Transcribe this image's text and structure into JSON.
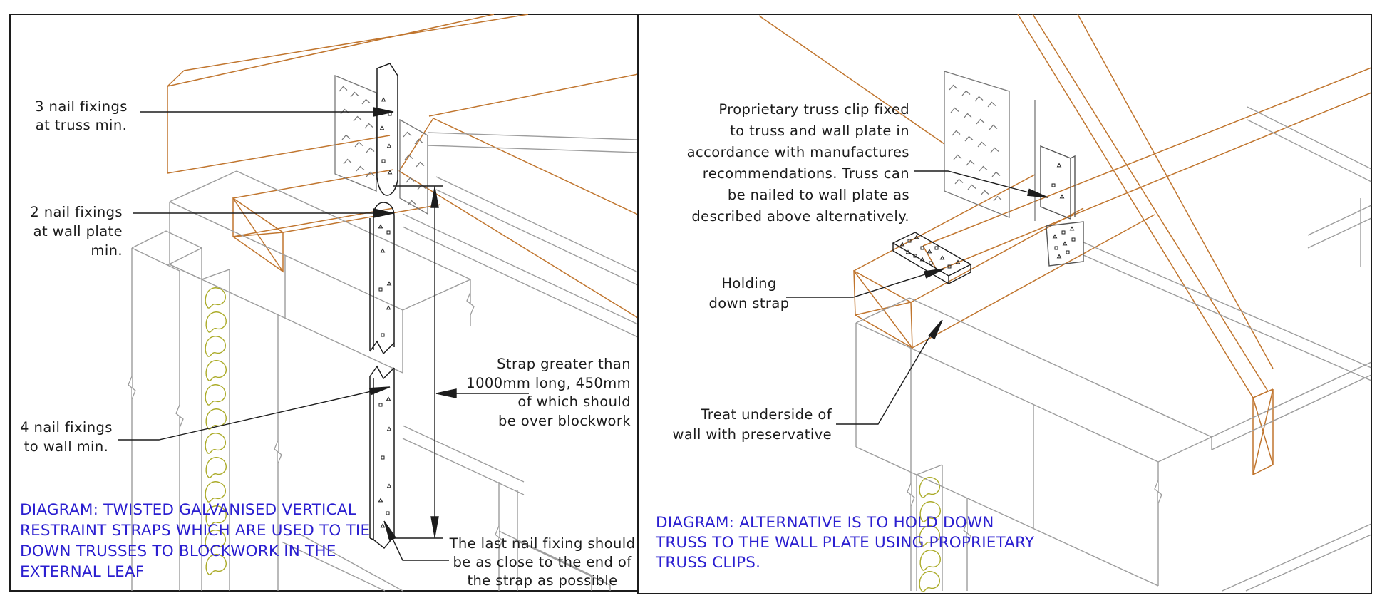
{
  "left_panel": {
    "caption": [
      "DIAGRAM: TWISTED GALVANISED VERTICAL",
      "RESTRAINT STRAPS WHICH ARE USED TO TIE",
      "DOWN TRUSSES TO BLOCKWORK IN THE",
      "EXTERNAL LEAF"
    ],
    "labels": {
      "nail3": [
        "3 nail fixings",
        "at truss min."
      ],
      "nail2": [
        "2 nail fixings",
        "at wall plate",
        "min."
      ],
      "nail4": [
        "4 nail fixings",
        "to wall min."
      ],
      "strap_len": [
        "Strap greater than",
        "1000mm long, 450mm",
        "of which should",
        "be over blockwork"
      ],
      "last_nail": [
        "The last nail fixing should",
        "be as close to the end of",
        "the strap as possible"
      ]
    }
  },
  "right_panel": {
    "caption": [
      "DIAGRAM: ALTERNATIVE IS  TO HOLD DOWN",
      "TRUSS TO THE WALL PLATE USING PROPRIETARY",
      "TRUSS CLIPS."
    ],
    "labels": {
      "clip": [
        "Proprietary truss clip fixed",
        "to truss and wall plate in",
        "accordance with manufactures",
        "recommendations. Truss can",
        "be nailed to wall plate as",
        "described above alternatively."
      ],
      "holding": [
        "Holding",
        "down strap"
      ],
      "treat": [
        "Treat underside of",
        "wall with preservative"
      ]
    }
  },
  "colors": {
    "timber": "#c0752e",
    "blockwork": "#9d9d9d",
    "plate_gray": "#6e6e6e",
    "insulation": "#abab28",
    "caption_blue": "#2b1fd0",
    "line_black": "#1c1c1c"
  }
}
